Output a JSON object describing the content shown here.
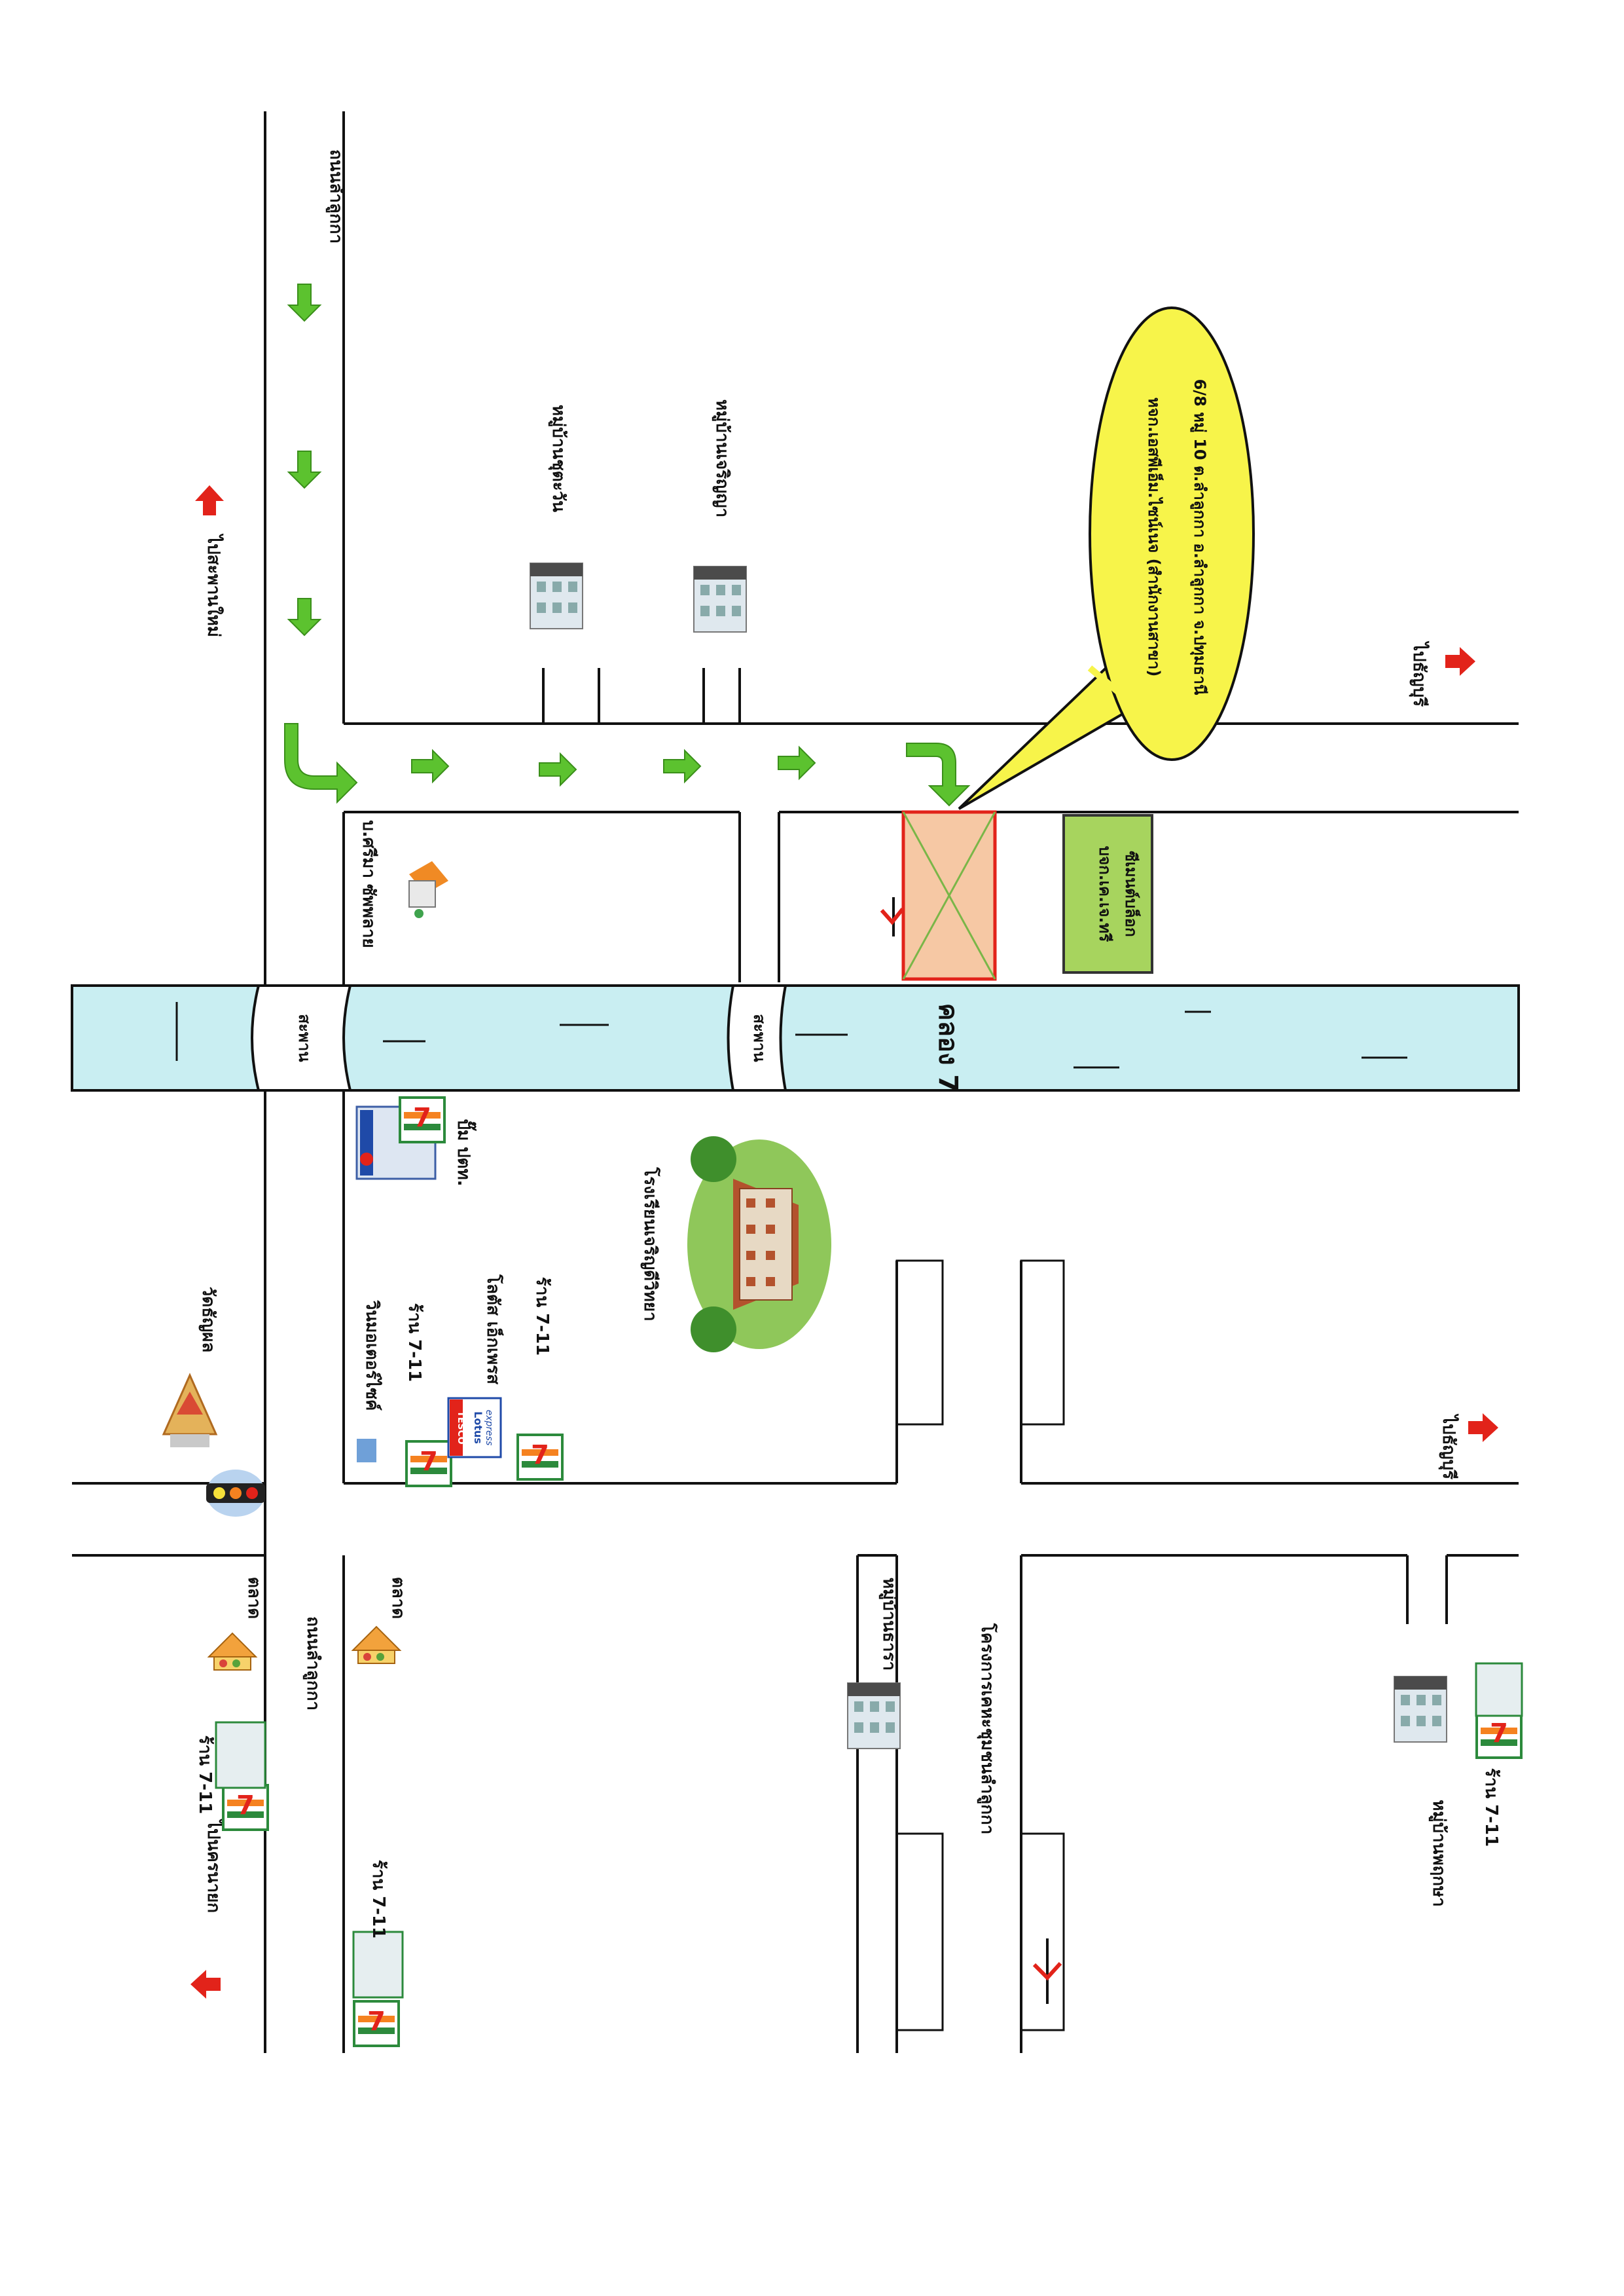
{
  "roads": {
    "main_road_top": "ถนนลำลูกกา",
    "main_road_bottom": "ถนนลำลูกกา",
    "canal": "คลอง 7",
    "bridge_left": "สะพาน",
    "bridge_right": "สะพาน"
  },
  "directions": {
    "to_mueang": "ไปสะพานใหม่",
    "to_nakhon_nayok": "ไปนครนายก",
    "to_thanyaburi_1": "ไปธัญบุรี",
    "to_thanyaburi_2": "ไปธัญบุรี"
  },
  "callout": {
    "line1": "หจก.เอสพีเอ็ม.ไซน์เนจ (สำนักงานสาขา)",
    "line2": "6/8 หมู่ 10 ต.ลำลูกกา อ.ลำลูกกา จ.ปทุมธานี"
  },
  "places": {
    "company_site": "บจก.เค.เจ.ทรี",
    "company_site_2": "ซีเมนต์บล็อก",
    "apartment": "บ.ศรีมา ซัพพลาย",
    "petrol": "ปั๊ม ปตท.",
    "school": "โรงเรียนเจริญดีวิทยา",
    "village_1": "หมู่บ้านชุตะวัน",
    "village_2": "หมู่บ้านเจริญญา",
    "village_3": "หมู่บ้านธารา",
    "village_4": "หมู่บ้านพฤกษา",
    "factory": "โครงการเคหะชุมชนลำลูกกา",
    "temple": "วัดธัญผล",
    "market_1": "ตลาด",
    "market_2": "ตลาด",
    "shop_711_a": "ร้าน 7-11",
    "shop_711_b": "ร้าน 7-11",
    "shop_711_c": "ร้าน 7-11",
    "shop_711_d": "ร้าน 7-11",
    "shop_711_e": "ร้าน 7-11",
    "motor_shop": "วินมอเตอร์ไซค์",
    "lotus": "โลตัส เอ็กเพรส",
    "tesco_brand": "TESCO",
    "lotus_brand": "Lotus",
    "express_brand": "express"
  },
  "colors": {
    "canal": "#c9eef2",
    "road_line": "#111111",
    "arrow_green": "#5cc22f",
    "arrow_red": "#e2231a",
    "callout_fill": "#f7f44a",
    "site_fill": "#f6c8a4",
    "site_border": "#e2231a",
    "company_fill": "#a7d45e"
  },
  "icons": [
    "green-arrow-icon",
    "red-arrow-icon",
    "traffic-light-icon",
    "house-icon",
    "711-store-icon",
    "temple-icon",
    "market-icon",
    "school-icon",
    "petrol-station-icon",
    "bus-stop-icon"
  ]
}
